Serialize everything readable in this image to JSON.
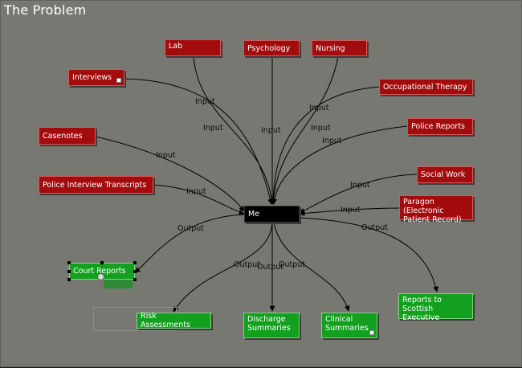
{
  "title": "The Problem",
  "center": {
    "label": "Me"
  },
  "inputs": [
    {
      "id": "lab",
      "label": "Lab",
      "corner": false
    },
    {
      "id": "psychology",
      "label": "Psychology",
      "corner": false
    },
    {
      "id": "nursing",
      "label": "Nursing",
      "corner": false
    },
    {
      "id": "interviews",
      "label": "Interviews",
      "corner": true
    },
    {
      "id": "occupational_therapy",
      "label": "Occupational Therapy",
      "corner": false
    },
    {
      "id": "police_reports",
      "label": "Police Reports",
      "corner": false
    },
    {
      "id": "casenotes",
      "label": "Casenotes",
      "corner": false
    },
    {
      "id": "social_work",
      "label": "Social Work",
      "corner": false
    },
    {
      "id": "police_interview_transcripts",
      "label": "Police Interview Transcripts",
      "corner": false
    },
    {
      "id": "paragon",
      "label": "Paragon (Electronic Patient Record)",
      "corner": false
    }
  ],
  "outputs": [
    {
      "id": "court_reports",
      "label": "Court Reports",
      "selected": true
    },
    {
      "id": "risk_assessments",
      "label": "Risk Assessments",
      "selected": false
    },
    {
      "id": "discharge_summaries",
      "label": "Discharge Summaries",
      "selected": false
    },
    {
      "id": "clinical_summaries",
      "label": "Clinical Summaries",
      "selected": false,
      "corner": true
    },
    {
      "id": "reports_scottish_executive",
      "label": "Reports to Scottish Executive",
      "selected": false
    }
  ],
  "edge_labels": {
    "input": "Input",
    "output": "Output"
  },
  "colors": {
    "background": "#787873",
    "input_node": "#a30c0d",
    "output_node": "#12a01e",
    "center_node": "#000000",
    "edge": "#000000"
  }
}
